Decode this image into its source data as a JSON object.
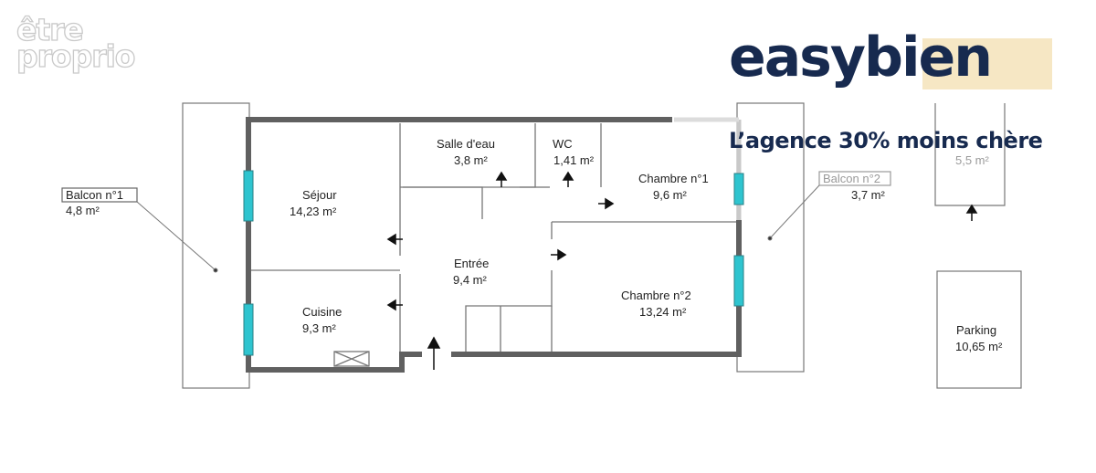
{
  "watermark": {
    "line1": "être",
    "line2": "proprio"
  },
  "brand": {
    "logo": "easybien",
    "tagline": "L’agence 30% moins chère",
    "color": "#172a4f",
    "highlight_color": "#f6e7c4"
  },
  "rooms": {
    "balcon1": {
      "name": "Balcon n°1",
      "area": "4,8  m²"
    },
    "sejour": {
      "name": "Séjour",
      "area": "14,23  m²"
    },
    "cuisine": {
      "name": "Cuisine",
      "area": "9,3  m²"
    },
    "salle_deau": {
      "name": "Salle d'eau",
      "area": "3,8  m²"
    },
    "wc": {
      "name": "WC",
      "area": "1,41  m²"
    },
    "entree": {
      "name": "Entrée",
      "area": "9,4  m²"
    },
    "chambre1": {
      "name": "Chambre n°1",
      "area": "9,6  m²"
    },
    "chambre2": {
      "name": "Chambre n°2",
      "area": "13,24  m²"
    },
    "balcon2": {
      "name": "Balcon n°2",
      "area": "3,7  m²"
    },
    "annex": {
      "area": "5,5  m²"
    },
    "parking": {
      "name": "Parking",
      "area": "10,65  m²"
    }
  },
  "colors": {
    "wall": "#606060",
    "window": "#2ec4cf",
    "line": "#777777"
  }
}
